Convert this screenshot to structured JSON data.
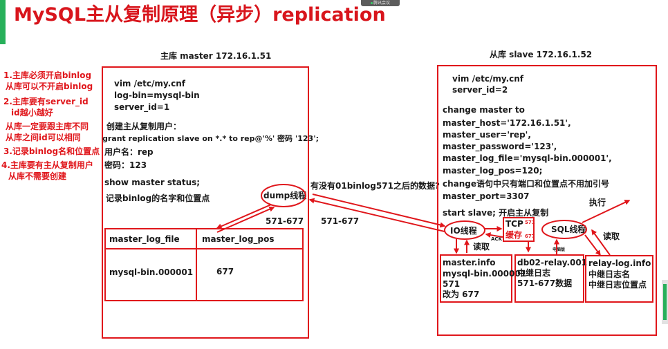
{
  "title": "MySQL主从复制原理（异步）replication",
  "badge": "腾讯会议",
  "master_header": "主库 master  172.16.1.51",
  "slave_header": "从库 slave    172.16.1.52",
  "notes": [
    "1.主库必须开启binlog",
    "从库可以不开启binlog",
    "2.主库要有server_id",
    "id越小越好",
    "从库一定要跟主库不同",
    "从库之间id可以相同",
    "3.记录binlog名和位置点",
    "4.主库要有主从复制用户",
    "从库不需要创建"
  ],
  "master_config": [
    "vim /etc/my.cnf",
    "log-bin=mysql-bin",
    "server_id=1"
  ],
  "create_user_label": "创建主从复制用户：",
  "grant_statement": "grant replication slave on *.* to rep@'%' 密码 '123';",
  "username_line": "用户名：rep",
  "password_line": "密码：123",
  "show_master_status": "show master status;",
  "record_label": "记录binlog的名字和位置点",
  "dump_thread": "dump线程",
  "master_status_table": {
    "headers": [
      "master_log_file",
      "master_log_pos"
    ],
    "row": [
      "mysql-bin.000001",
      "677"
    ]
  },
  "range_left": "571-677",
  "range_mid": "571-677",
  "question": "有没有01binlog571之后的数据?",
  "slave_config": [
    "vim /etc/my.cnf",
    "server_id=2"
  ],
  "change_master": [
    "change master to",
    "master_host='172.16.1.51',",
    "master_user='rep',",
    "master_password='123',",
    "master_log_file='mysql-bin.000001',",
    "master_log_pos=120;"
  ],
  "change_note": "change语句中只有端口和位置点不用加引号",
  "master_port": "master_port=3307",
  "start_slave": "start slave;  开启主从复制",
  "io_thread": "IO线程",
  "sql_thread": "SQL线程",
  "tcp_label": "TCP",
  "tcp_num_top": "571",
  "tcp_cache": "缓存",
  "tcp_num_bottom": "677",
  "ack_label": "ACK",
  "read_label_io": "读取",
  "read_label_sql": "读取",
  "execute_label": "执行",
  "tiny_label": "电脑版",
  "master_info": [
    "master.info",
    "mysql-bin.000001",
    "571",
    "改为 677"
  ],
  "relay_log": [
    "db02-relay.001",
    "中继日志",
    "571-677数据"
  ],
  "relay_log_info": [
    "relay-log.info",
    "中继日志名",
    "中继日志位置点"
  ]
}
